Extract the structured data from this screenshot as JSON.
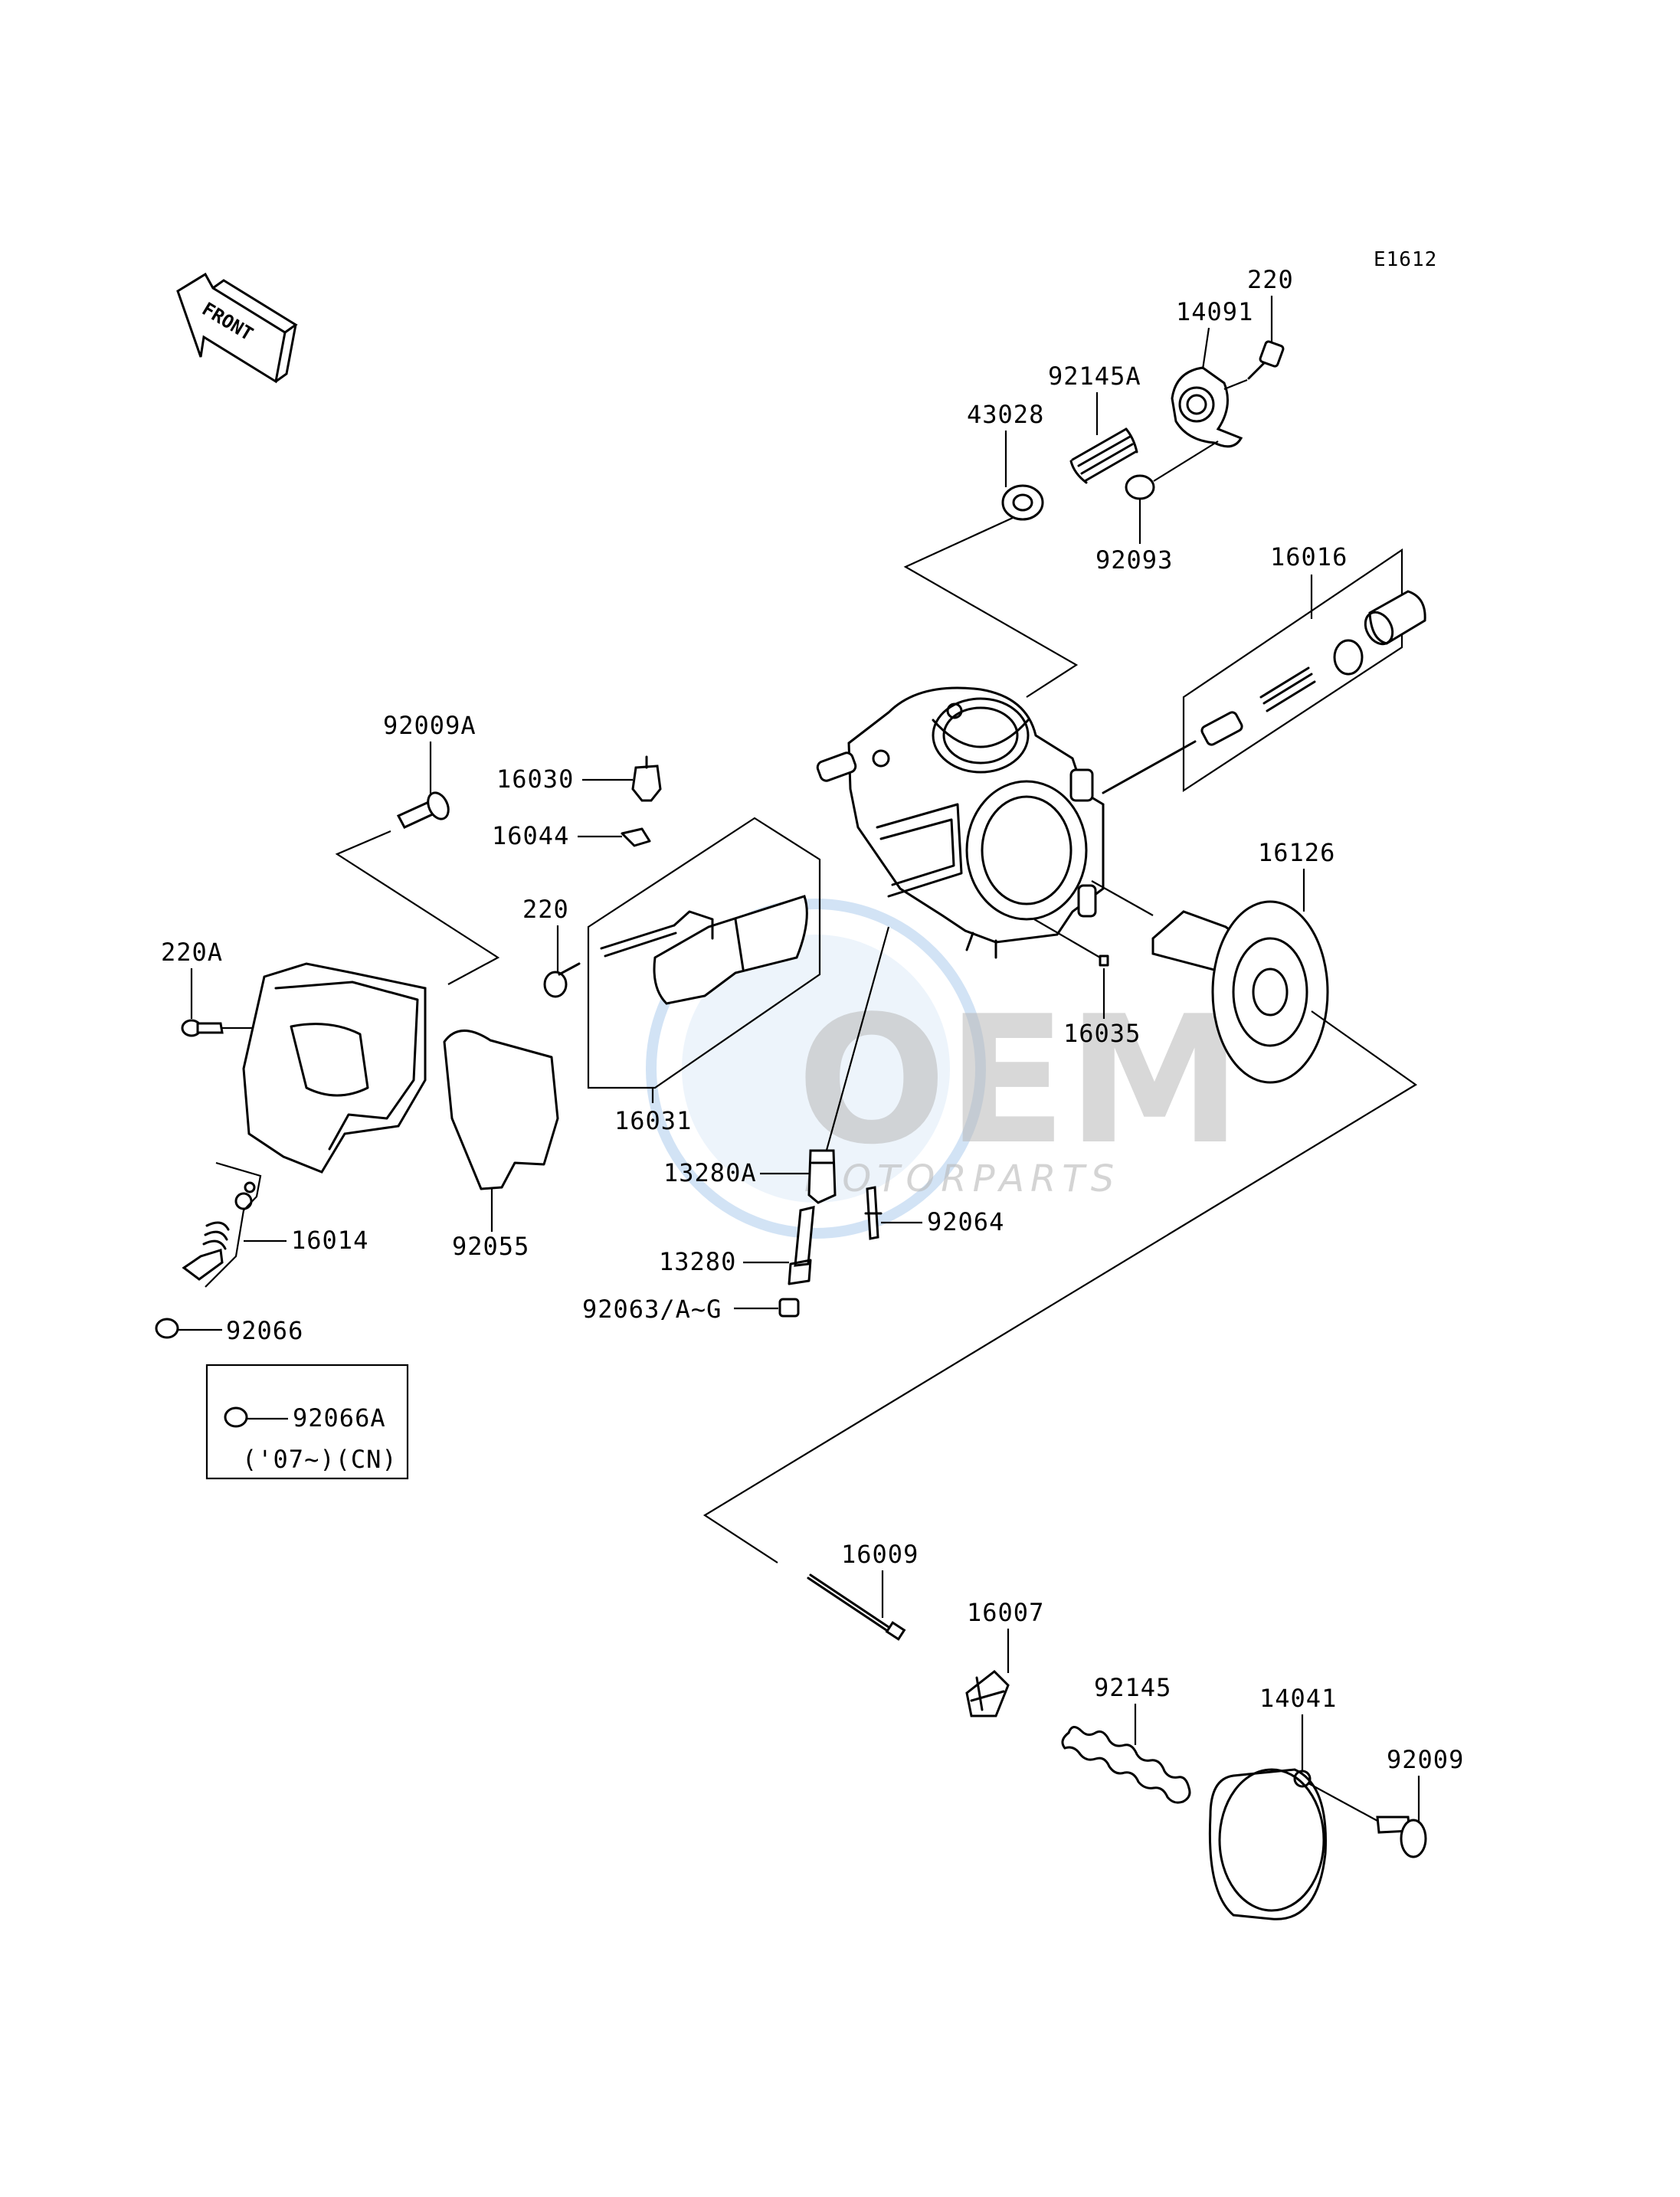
{
  "diagram_code": "E1612",
  "front_label": "FRONT",
  "watermark": {
    "brand": "OEM",
    "subtitle": "MOTORPARTS",
    "color": "#4a90d9"
  },
  "labels": {
    "p220_top": "220",
    "p14091": "14091",
    "p92145A": "92145A",
    "p43028": "43028",
    "p92093": "92093",
    "p16016": "16016",
    "p92009A": "92009A",
    "p16030": "16030",
    "p16044": "16044",
    "p220_mid": "220",
    "p220A": "220A",
    "p16126": "16126",
    "p16035": "16035",
    "p16031": "16031",
    "p16014": "16014",
    "p92055": "92055",
    "p13280A": "13280A",
    "p92064": "92064",
    "p13280": "13280",
    "p92063": "92063/A~G",
    "p92066": "92066",
    "p92066A": "92066A",
    "note_cn": "('07~)(CN)",
    "p16009": "16009",
    "p16007": "16007",
    "p92145": "92145",
    "p14041": "14041",
    "p92009": "92009"
  }
}
